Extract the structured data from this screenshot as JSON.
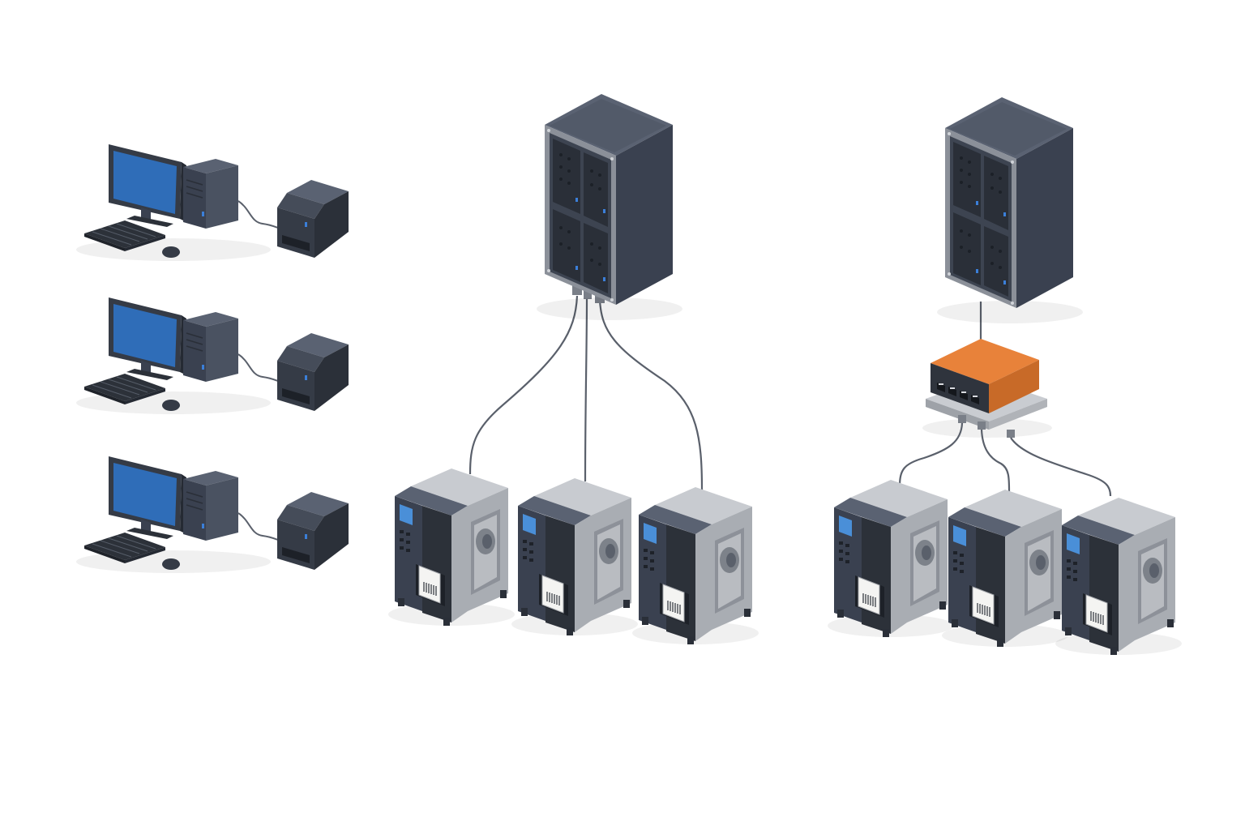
{
  "diagram": {
    "colors": {
      "background": "#ffffff",
      "screen": "#2f6db8",
      "case_dark": "#3a4150",
      "case_side": "#4a5261",
      "case_top": "#5a6272",
      "panel_light": "#b9bcc1",
      "panel_light_side": "#9ea2a8",
      "cable": "#5a606b",
      "switch_orange": "#e8823a",
      "switch_orange_dark": "#c86a28",
      "display_blue": "#4a8fd8",
      "led_blue": "#3b7fd9"
    },
    "sections": [
      {
        "id": "standalone",
        "icons": [
          "desktop-computer-icon",
          "desktop-label-printer-icon"
        ],
        "stations": 3
      },
      {
        "id": "direct-server",
        "icons": [
          "server-rack-icon",
          "industrial-printer-icon"
        ],
        "printers": 3
      },
      {
        "id": "server-via-switch",
        "icons": [
          "server-rack-icon",
          "network-switch-icon",
          "industrial-printer-icon"
        ],
        "printers": 3
      }
    ]
  }
}
